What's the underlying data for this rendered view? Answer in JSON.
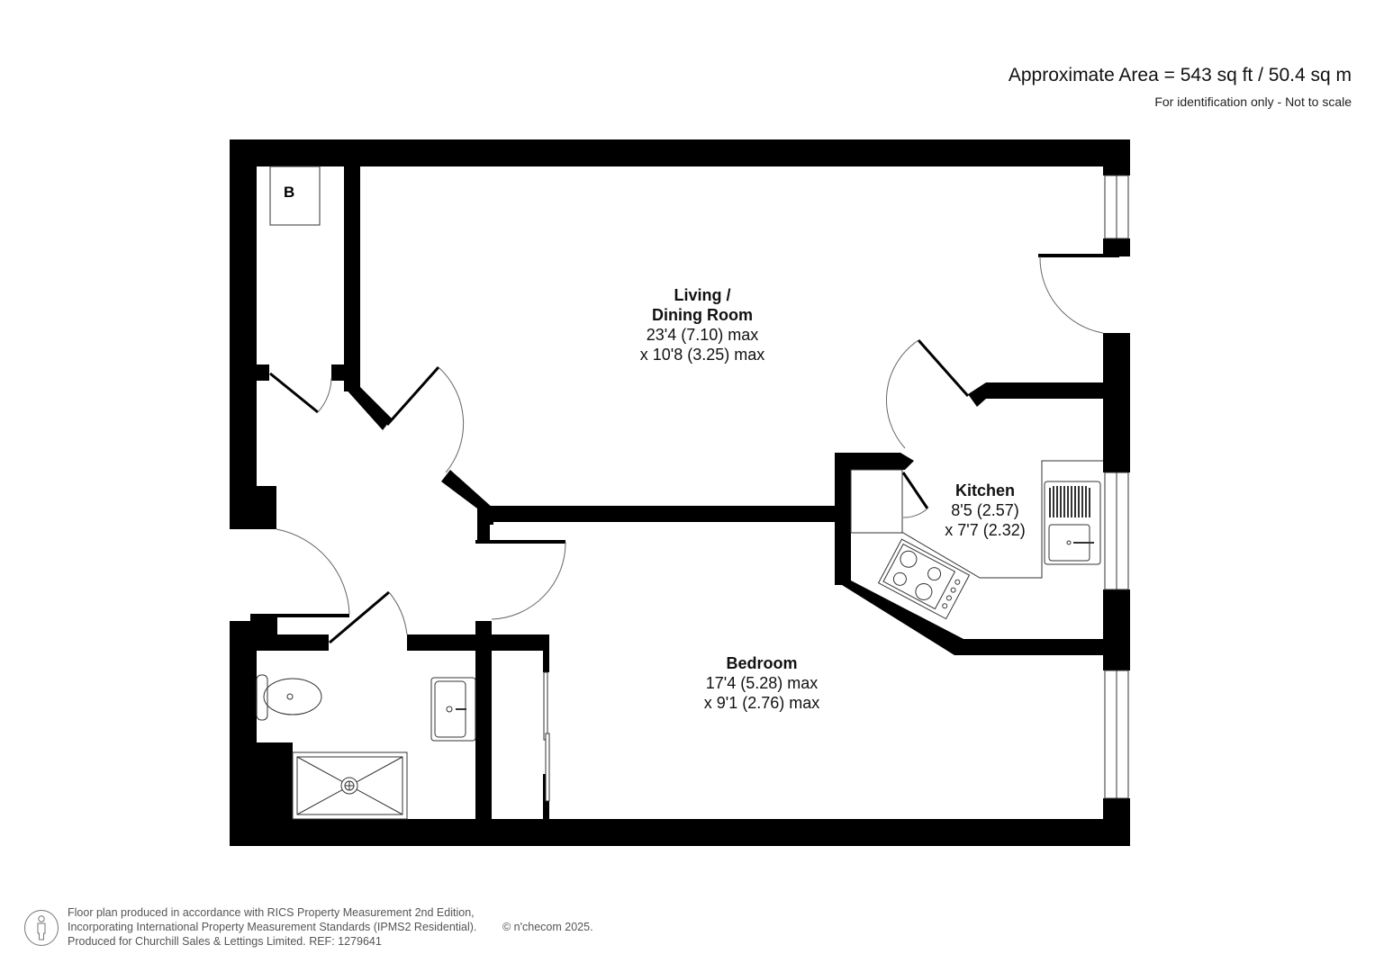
{
  "header": {
    "approximate_area": "Approximate Area = 543 sq ft / 50.4 sq m",
    "disclaimer": "For identification only - Not to scale"
  },
  "rooms": {
    "living": {
      "name_line1": "Living /",
      "name_line2": "Dining Room",
      "dim1": "23'4 (7.10) max",
      "dim2": "x 10'8 (3.25) max"
    },
    "kitchen": {
      "name": "Kitchen",
      "dim1": "8'5 (2.57)",
      "dim2": "x 7'7 (2.32)"
    },
    "bedroom": {
      "name": "Bedroom",
      "dim1": "17'4 (5.28) max",
      "dim2": "x 9'1 (2.76) max"
    },
    "boiler_cupboard": {
      "label": "B"
    }
  },
  "footer": {
    "line1": "Floor plan produced in accordance with RICS Property Measurement 2nd Edition,",
    "line2": "Incorporating International Property Measurement Standards (IPMS2 Residential).",
    "line3": "Produced for Churchill Sales & Lettings Limited.   REF: 1279641",
    "copyright": "© n'checom 2025."
  },
  "colors": {
    "wall": "#000000",
    "background": "#ffffff",
    "fixture_line": "#333333"
  }
}
